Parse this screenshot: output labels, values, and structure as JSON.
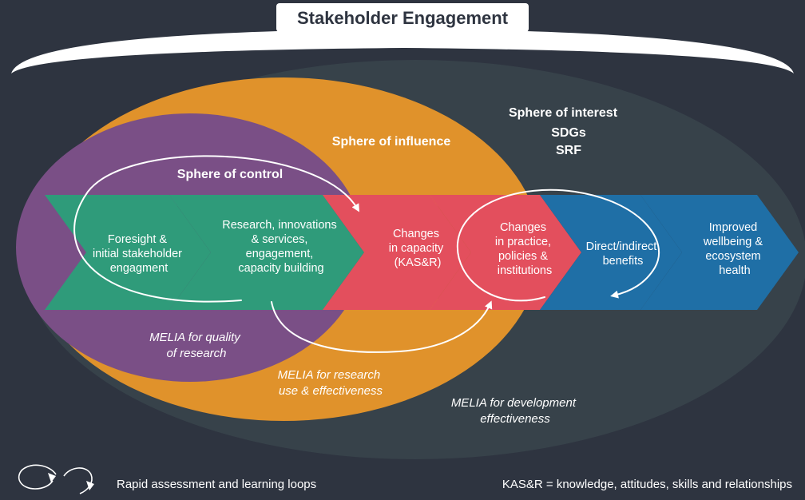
{
  "banner": {
    "title": "Stakeholder Engagement"
  },
  "spheres": {
    "interest": {
      "label": "Sphere of interest",
      "sub1": "SDGs",
      "sub2": "SRF",
      "color": "#37424a"
    },
    "influence": {
      "label": "Sphere of influence",
      "color": "#e0922b"
    },
    "control": {
      "label": "Sphere of control",
      "color": "#7a4f86"
    }
  },
  "arrows": [
    {
      "lines": [
        "Foresight &",
        "initial stakeholder",
        "engagment"
      ],
      "color": "#2f9b7a"
    },
    {
      "lines": [
        "Research, innovations",
        "& services,",
        "engagement,",
        "capacity building"
      ],
      "color": "#2f9b7a"
    },
    {
      "lines": [
        "Changes",
        "in capacity",
        "(KAS&R)"
      ],
      "color": "#e34f5d"
    },
    {
      "lines": [
        "Changes",
        "in practice,",
        "policies &",
        "institutions"
      ],
      "color": "#e34f5d"
    },
    {
      "lines": [
        "Direct/indirect",
        "benefits"
      ],
      "color": "#1f6fa6"
    },
    {
      "lines": [
        "Improved",
        "wellbeing &",
        "ecosystem",
        "health"
      ],
      "color": "#1f6fa6"
    }
  ],
  "melia": {
    "quality": [
      "MELIA for quality",
      "of research"
    ],
    "use": [
      "MELIA for research",
      "use & effectiveness"
    ],
    "development": [
      "MELIA for development",
      "effectiveness"
    ]
  },
  "legend": {
    "loops_label": "Rapid assessment and learning loops",
    "loops_icon": "circular-arrows-icon",
    "kasr_definition": "KAS&R = knowledge, attitudes, skills and relationships"
  }
}
